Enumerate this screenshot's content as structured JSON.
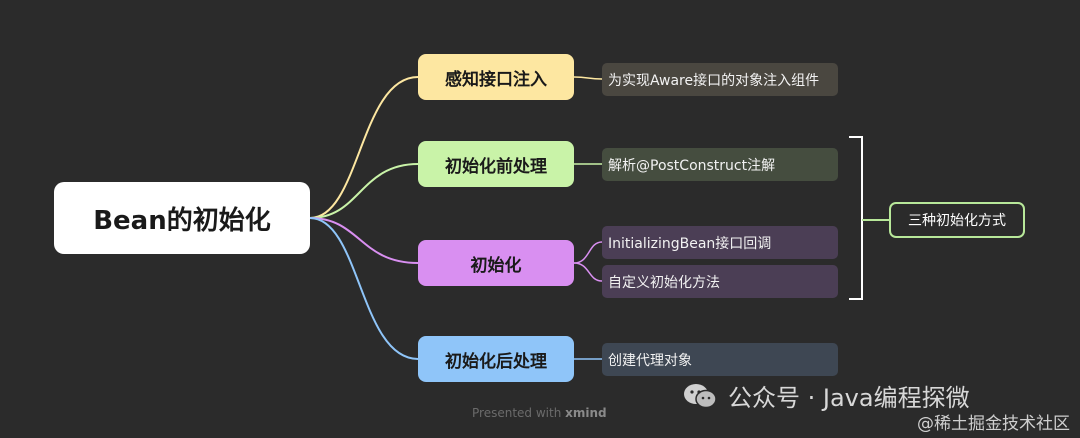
{
  "root": {
    "label": "Bean的初始化"
  },
  "branches": [
    {
      "label": "感知接口注入",
      "color": "#fde7a1",
      "leaves": [
        "为实现Aware接口的对象注入组件"
      ]
    },
    {
      "label": "初始化前处理",
      "color": "#c9f3a8",
      "leaves": [
        "解析@PostConstruct注解"
      ]
    },
    {
      "label": "初始化",
      "color": "#d98ff1",
      "leaves": [
        "InitializingBean接口回调",
        "自定义初始化方法"
      ]
    },
    {
      "label": "初始化后处理",
      "color": "#8fc5f9",
      "leaves": [
        "创建代理对象"
      ]
    }
  ],
  "summary": {
    "label": "三种初始化方式",
    "color": "#b8e89a"
  },
  "footer": {
    "prefix": "Presented with",
    "brand": "xmind"
  },
  "watermark": {
    "text": "公众号 · Java编程探微",
    "icon": "wechat-icon"
  },
  "watermark2": {
    "text": "@稀土掘金技术社区"
  },
  "colors": {
    "background": "#2b2b2b",
    "root": "#ffffff"
  }
}
